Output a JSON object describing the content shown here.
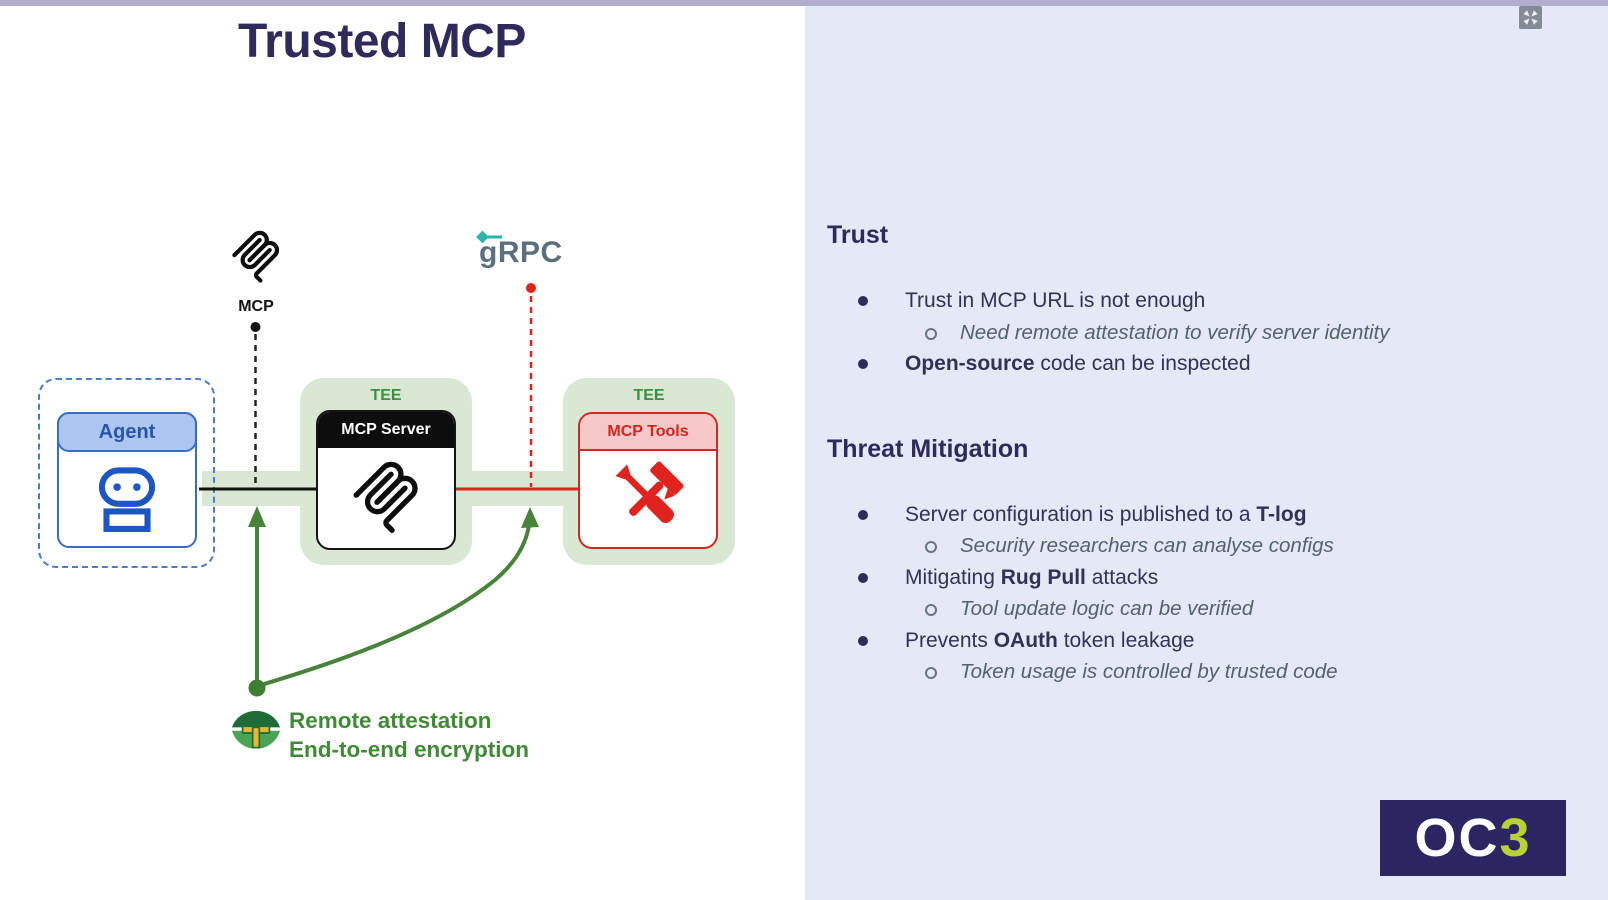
{
  "title": "Trusted MCP",
  "diagram": {
    "agent_label": "Agent",
    "mcp_icon_label": "MCP",
    "grpc_label": "gRPC",
    "tee_server": {
      "container_label": "TEE",
      "box_label": "MCP Server"
    },
    "tee_tools": {
      "container_label": "TEE",
      "box_label": "MCP Tools"
    },
    "attestation": {
      "line1": "Remote attestation",
      "line2": "End-to-end encryption"
    }
  },
  "panel": {
    "sections": [
      {
        "heading": "Trust",
        "items": [
          {
            "level": 1,
            "segments": [
              {
                "text": "Trust in MCP URL is not enough"
              }
            ]
          },
          {
            "level": 2,
            "segments": [
              {
                "text": "Need remote attestation to verify server identity"
              }
            ]
          },
          {
            "level": 1,
            "segments": [
              {
                "text": "Open-source",
                "bold": true
              },
              {
                "text": " code can be inspected"
              }
            ]
          }
        ]
      },
      {
        "heading": "Threat Mitigation",
        "items": [
          {
            "level": 1,
            "segments": [
              {
                "text": "Server configuration is published to a "
              },
              {
                "text": "T-log",
                "bold": true
              }
            ]
          },
          {
            "level": 2,
            "segments": [
              {
                "text": "Security researchers can analyse configs"
              }
            ]
          },
          {
            "level": 1,
            "segments": [
              {
                "text": "Mitigating "
              },
              {
                "text": "Rug Pull",
                "bold": true
              },
              {
                "text": " attacks"
              }
            ]
          },
          {
            "level": 2,
            "segments": [
              {
                "text": "Tool update logic can be verified"
              }
            ]
          },
          {
            "level": 1,
            "segments": [
              {
                "text": "Prevents "
              },
              {
                "text": "OAuth",
                "bold": true
              },
              {
                "text": " token leakage"
              }
            ]
          },
          {
            "level": 2,
            "segments": [
              {
                "text": "Token usage is controlled by trusted code"
              }
            ]
          }
        ]
      }
    ]
  },
  "logo": {
    "oc": "OC",
    "three": "3"
  },
  "icons": {
    "mcp_logo": "mcp-logo-icon",
    "grpc_accent": "grpc-accent-icon",
    "robot": "robot-icon",
    "tools": "crossed-tools-icon",
    "attestation_badge": "attestation-badge-icon",
    "compress": "compress-icon"
  },
  "colors": {
    "top_strip": "#b3adcf",
    "panel_bg": "#e4e8f7",
    "navy": "#2f2a5c",
    "sub_bullet_gray": "#55616d",
    "tee_fill": "#d8e8d3",
    "tee_text": "#3e8e41",
    "arrow_green": "#47833a",
    "attestation_green": "#3f8a35",
    "agent_blue": "#3a6bc5",
    "agent_header_fill": "#abc7f0",
    "red": "#e0231c",
    "tools_header_fill": "#f6c8ca",
    "grpc_slate": "#5b707e",
    "grpc_teal": "#2ab6a9",
    "oc3_bg": "#2b2562",
    "oc3_lime": "#b9d233"
  }
}
